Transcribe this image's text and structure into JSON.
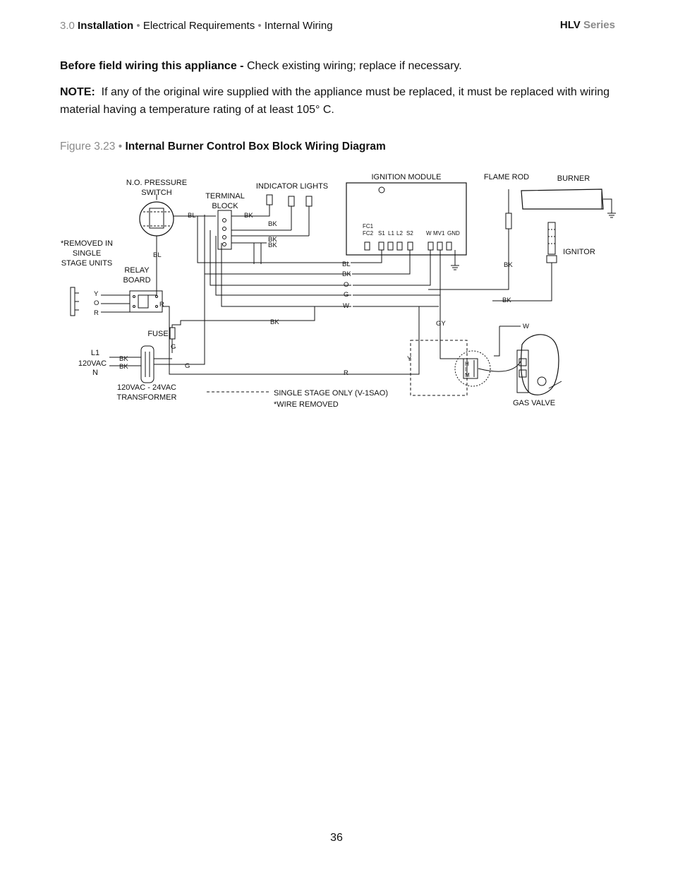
{
  "header": {
    "section_number": "3.0",
    "section_title": "Installation",
    "sep1": "•",
    "crumb1": "Electrical Requirements",
    "sep2": "•",
    "crumb2": "Internal Wiring",
    "series_name": "HLV",
    "series_word": "Series"
  },
  "body": {
    "before_bold": "Before field wiring this appliance -",
    "before_text": "Check existing wiring; replace if necessary.",
    "note_bold": "NOTE:",
    "note_text": "If any of the original wire supplied with the appliance must be replaced, it must be replaced with wiring material having a temperature rating of at least 105° C."
  },
  "figure": {
    "number": "Figure 3.23",
    "sep": "•",
    "title": "Internal Burner Control Box Block Wiring Diagram"
  },
  "diagram": {
    "pressure_switch_l1": "N.O. PRESSURE",
    "pressure_switch_l2": "SWITCH",
    "indicator_lights": "INDICATOR LIGHTS",
    "ignition_module": "IGNITION MODULE",
    "flame_rod": "FLAME ROD",
    "burner": "BURNER",
    "terminal_block_l1": "TERMINAL",
    "terminal_block_l2": "BLOCK",
    "removed_l1": "*REMOVED IN",
    "removed_l2": "SINGLE",
    "removed_l3": "STAGE UNITS",
    "relay_board_l1": "RELAY",
    "relay_board_l2": "BOARD",
    "ignitor": "IGNITOR",
    "fuse": "FUSE",
    "l1": "L1",
    "vac120": "120VAC",
    "n": "N",
    "transformer_l1": "120VAC - 24VAC",
    "transformer_l2": "TRANSFORMER",
    "single_stage": "SINGLE STAGE ONLY (V-1SAO)",
    "wire_removed": "*WIRE REMOVED",
    "gas_valve": "GAS VALVE",
    "fc1": "FC1",
    "fc2": "FC2",
    "s1": "S1",
    "l1_term": "L1",
    "l2_term": "L2",
    "s2": "S2",
    "w_term": "W",
    "mv1": "MV1",
    "gnd": "GND",
    "bl_a": "BL",
    "bk_a": "BK",
    "bk_b": "BK",
    "bk_c": "BK",
    "bk_d": "BK",
    "bl_b": "BL",
    "y_relay": "Y",
    "o_relay": "O",
    "r_relay": "R",
    "r_out": "R",
    "g_fuse": "G",
    "g_xfmr": "G",
    "bk_x1": "BK",
    "bk_x2": "BK",
    "bl_bus": "BL",
    "bk_bus": "BK",
    "o_bus": "O",
    "g_bus": "G",
    "w_bus": "W",
    "bk_flame": "BK",
    "bk_ign": "BK",
    "bk_long": "BK",
    "gy": "GY",
    "w_valve": "W",
    "y_valve": "Y",
    "r_long": "R",
    "him_h": "H",
    "him_i": "I",
    "him_m": "M"
  },
  "page_number": "36"
}
